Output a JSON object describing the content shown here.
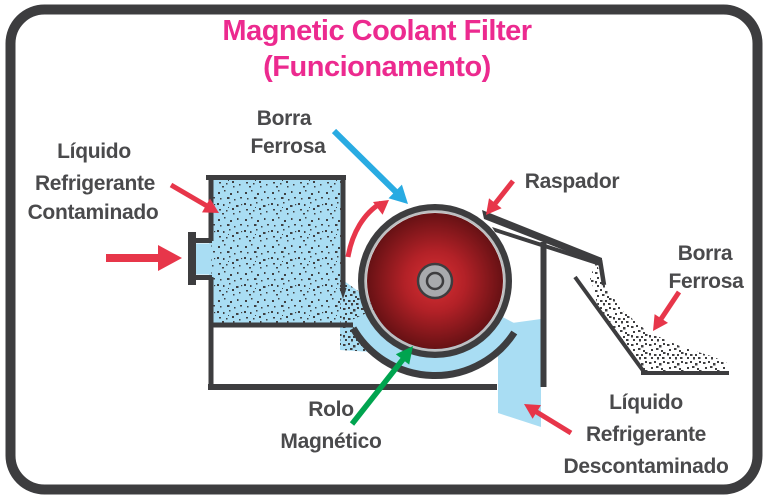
{
  "title": {
    "line1": "Magnetic Coolant Filter",
    "line2": "(Funcionamento)"
  },
  "labels": {
    "contaminated_coolant": {
      "lines": [
        "Líquido",
        "Refrigerante",
        "Contaminado"
      ]
    },
    "ferrous_sludge_top": {
      "lines": [
        "Borra",
        "Ferrosa"
      ]
    },
    "scraper": {
      "text": "Raspador"
    },
    "ferrous_sludge_right": {
      "lines": [
        "Borra",
        "Ferrosa"
      ]
    },
    "magnetic_roller": {
      "lines": [
        "Rolo",
        "Magnético"
      ]
    },
    "decontaminated_coolant": {
      "lines": [
        "Líquido",
        "Refrigerante",
        "Descontaminado"
      ]
    }
  },
  "colors": {
    "magenta": "#ec2a8f",
    "label": "#4a4a4c",
    "dark": "#3d3d3f",
    "red": "#e7364a",
    "arrow-blue": "#29abe2",
    "green": "#00a44f",
    "liquid": "#a9ddf3",
    "speckle": "#3f3f41",
    "roller-center": "#d93034",
    "roller-mid": "#b22127",
    "roller-edge": "#671114",
    "roller-ring-light": "#bdbfc1",
    "hub": "#a8aaad",
    "background": "#ffffff"
  }
}
